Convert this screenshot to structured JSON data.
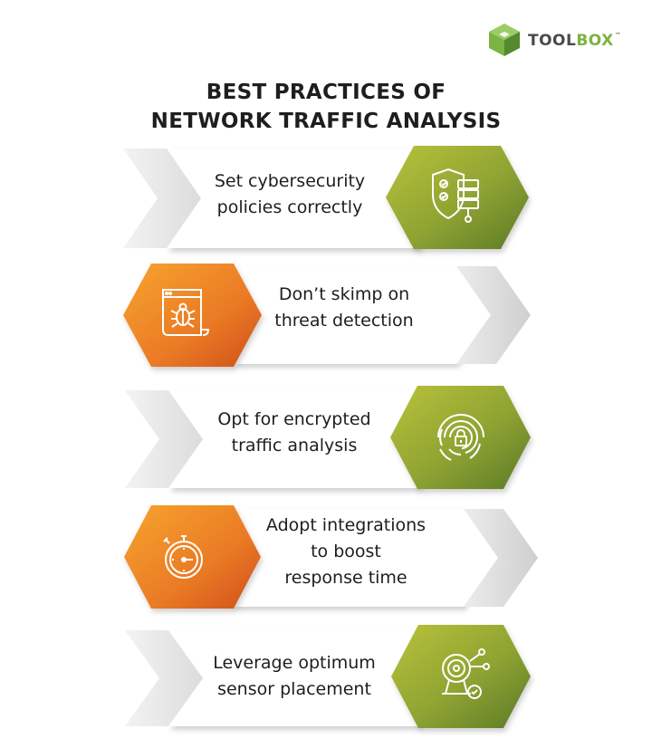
{
  "brand": {
    "name_part1": "TOOL",
    "name_part2": "BOX",
    "trademark": "™",
    "color": "#7cb342"
  },
  "title": {
    "line1": "BEST PRACTICES OF",
    "line2": "NETWORK TRAFFIC ANALYSIS"
  },
  "colors": {
    "green_light": "#b5c13a",
    "green_dark": "#5f7d28",
    "orange_light": "#f59a2c",
    "orange_dark": "#d8571c",
    "text": "#1e1e1e"
  },
  "steps": [
    {
      "line1": "Set cybersecurity",
      "line2": "policies correctly",
      "icon": "shield-checklist-icon",
      "color": "green"
    },
    {
      "line1": "Don’t skimp on",
      "line2": "threat detection",
      "icon": "bug-window-icon",
      "color": "orange"
    },
    {
      "line1": "Opt for encrypted",
      "line2": "traffic analysis",
      "icon": "fingerprint-lock-icon",
      "color": "green"
    },
    {
      "line1": "Adopt integrations",
      "line2": "to boost",
      "line3": "response time",
      "icon": "stopwatch-icon",
      "color": "orange"
    },
    {
      "line1": "Leverage optimum",
      "line2": "sensor placement",
      "icon": "sensor-camera-icon",
      "color": "green"
    }
  ]
}
